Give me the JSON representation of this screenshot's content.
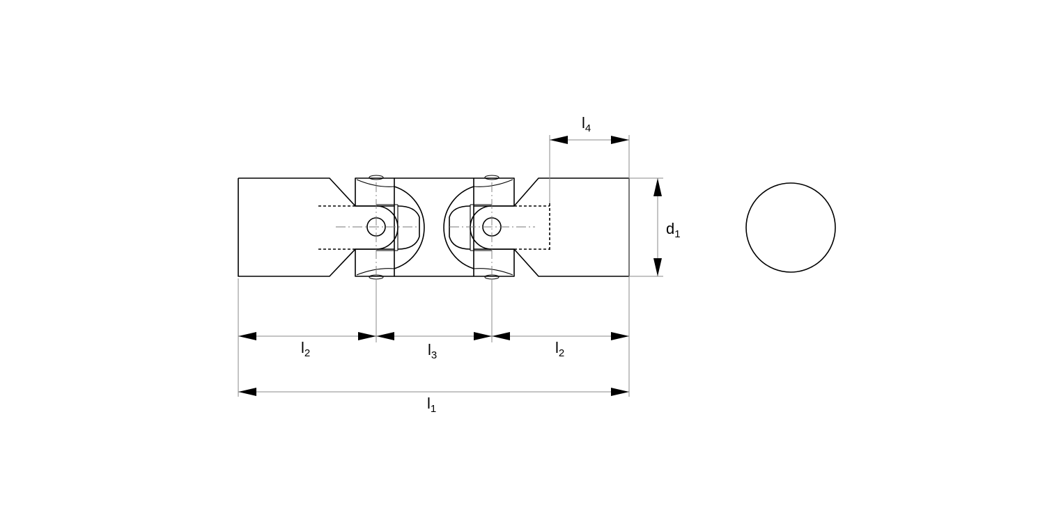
{
  "drawing": {
    "title": "Double universal joint",
    "view": "side elevation with end view",
    "line_color": "#000000",
    "dimension_color": "#8a8a8a"
  },
  "dimensions": {
    "l1": {
      "base": "l",
      "sub": "1",
      "description": "overall length"
    },
    "l2_left": {
      "base": "l",
      "sub": "2",
      "description": "shaft end to first joint center"
    },
    "l3": {
      "base": "l",
      "sub": "3",
      "description": "joint center to joint center"
    },
    "l2_right": {
      "base": "l",
      "sub": "2",
      "description": "second joint center to shaft end"
    },
    "l4": {
      "base": "l",
      "sub": "4",
      "description": "bore depth"
    },
    "d1": {
      "base": "d",
      "sub": "1",
      "description": "outer diameter"
    }
  },
  "end_view": {
    "shape": "circle"
  }
}
